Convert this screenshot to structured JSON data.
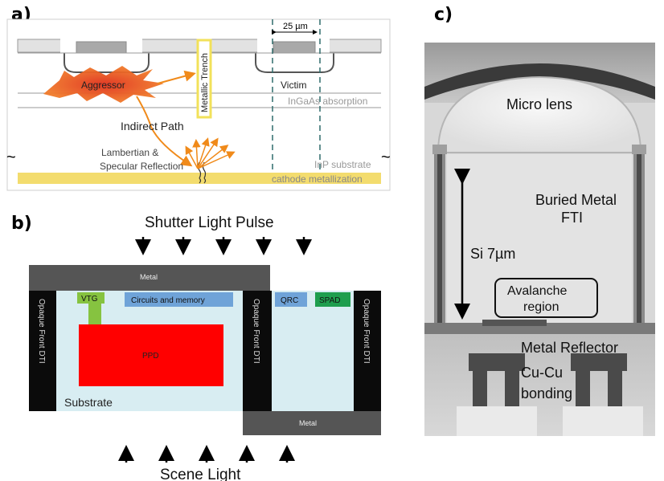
{
  "panels": {
    "a": "a)",
    "b": "b)",
    "c": "c)"
  },
  "panel_a": {
    "dimension": "25 µm",
    "trench": "Metallic Trench",
    "aggressor": "Aggressor",
    "victim": "Victim",
    "absorption": "InGaAs absorption",
    "indirect_path": "Indirect Path",
    "reflection_line1": "Lambertian &",
    "reflection_line2": "Specular Reflection",
    "substrate": "InP substrate",
    "cathode": "cathode metallization",
    "break_mark": "~",
    "colors": {
      "cathode": "#f3dc6e",
      "trench": "#f2e15a",
      "ray": "#f08a1a",
      "divider": "#2f6b6b"
    }
  },
  "panel_b": {
    "title": "Shutter Light Pulse",
    "metal_top": "Metal",
    "vtg": "VTG",
    "circuits": "Circuits and memory",
    "qrc": "QRC",
    "spad": "SPAD",
    "dti_left": "Opaque Front DTI",
    "dti_middle": "Opaque Front DTI",
    "dti_right": "Opaque Front DTI",
    "ppd": "PPD",
    "substrate": "Substrate",
    "metal_bottom": "Metal",
    "scene_light": "Scene Light",
    "colors": {
      "substrate": "#d8edf2",
      "metal": "#555555",
      "ppd": "#ff0000",
      "vtg": "#86c340",
      "blue": "#6fa3d8",
      "spad": "#1e9e4e"
    }
  },
  "panel_c": {
    "micro_lens": "Micro lens",
    "buried_metal_line1": "Buried Metal",
    "buried_metal_line2": "FTI",
    "si": "Si 7µm",
    "avalanche_line1": "Avalanche",
    "avalanche_line2": "region",
    "metal_reflector": "Metal Reflector",
    "cucu_line1": "Cu-Cu",
    "cucu_line2": "bonding"
  }
}
